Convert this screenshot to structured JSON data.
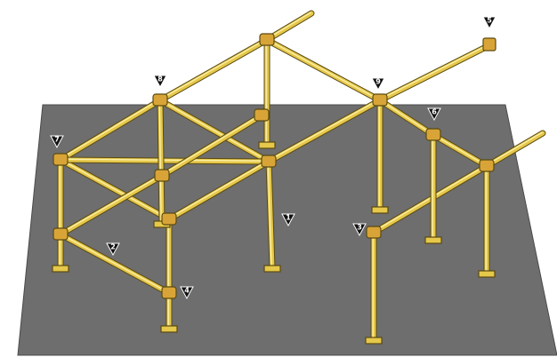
{
  "colors": {
    "floor": "#6e6e6e",
    "pipe": "#e6c84a",
    "pipe_shadow": "#5a4a12",
    "pipe_highlight": "#fbf0a8",
    "fitting": "#d9a437",
    "label_bg": "#111111",
    "label_text": "#ffffff"
  },
  "labels": [
    {
      "id": "1",
      "text": "1"
    },
    {
      "id": "2",
      "text": "2"
    },
    {
      "id": "3",
      "text": "3"
    },
    {
      "id": "4",
      "text": "4"
    },
    {
      "id": "5",
      "text": "5"
    },
    {
      "id": "6",
      "text": "6"
    },
    {
      "id": "7",
      "text": "7"
    },
    {
      "id": "8",
      "text": "8"
    },
    {
      "id": "9",
      "text": "9"
    }
  ]
}
